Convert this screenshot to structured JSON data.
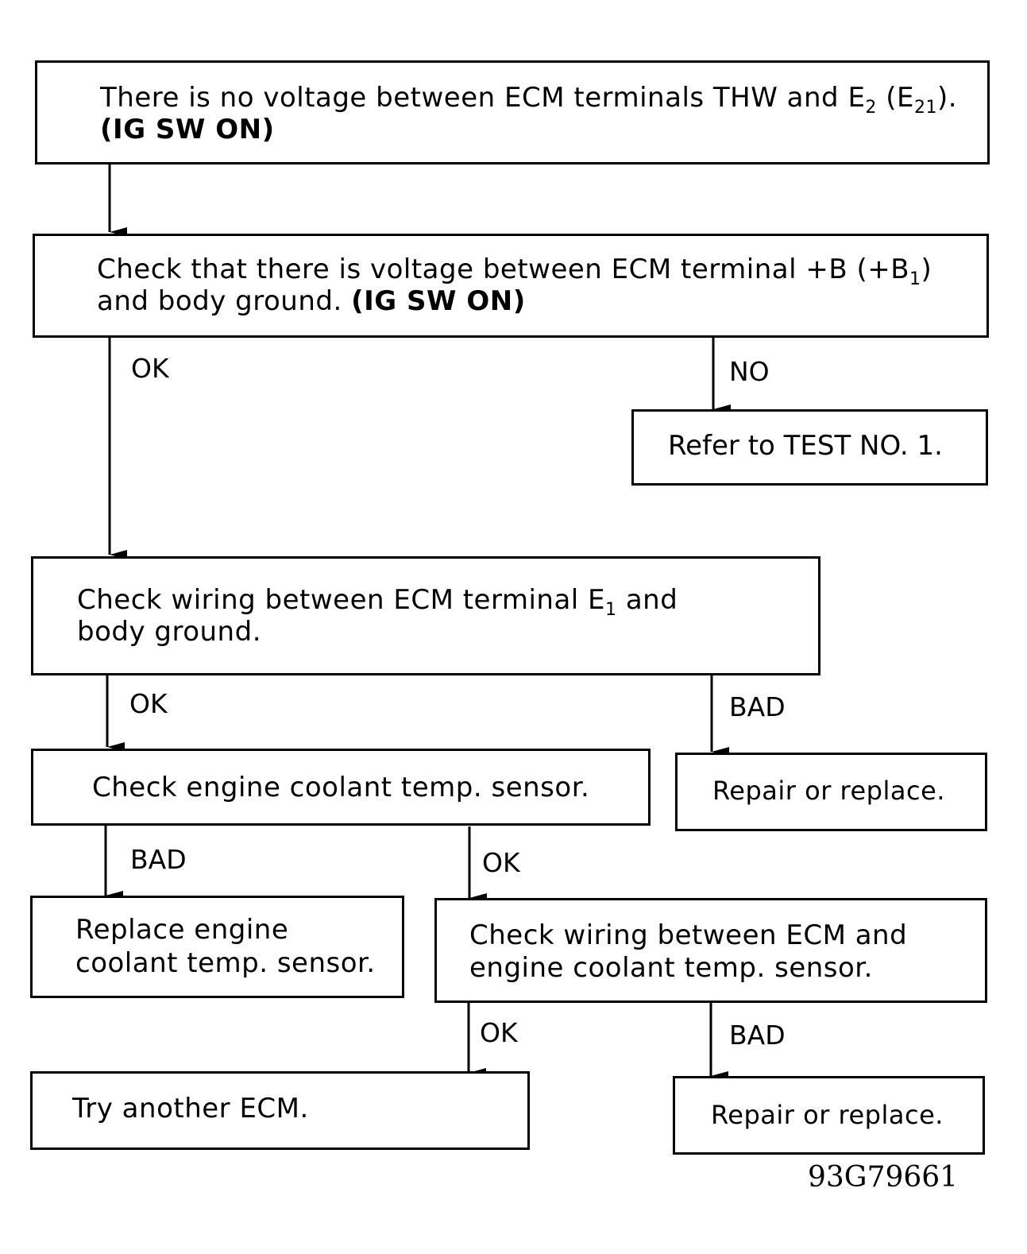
{
  "steps": {
    "s1": {
      "line1_pre": "There is no voltage between ECM terminals THW and E",
      "line1_sub1": "2",
      "line1_mid": " (E",
      "line1_sub2": "21",
      "line1_post": ").",
      "line2": "(IG SW ON)"
    },
    "s2": {
      "line1_pre": "Check that there is voltage between ECM terminal +B (+B",
      "line1_sub": "1",
      "line1_post": ")",
      "line2_plain": "and body ground. ",
      "line2_bold": "(IG SW ON)"
    },
    "s2_no": {
      "text": "Refer to TEST NO. 1."
    },
    "s3": {
      "line1_pre": "Check wiring between ECM terminal E",
      "line1_sub": "1",
      "line1_post": " and",
      "line2": "body ground."
    },
    "s3_bad": {
      "text": "Repair or replace."
    },
    "s4": {
      "text": "Check engine coolant temp. sensor."
    },
    "s4_bad": {
      "line1": "Replace engine",
      "line2": "coolant temp. sensor."
    },
    "s5": {
      "line1": "Check wiring between ECM and",
      "line2": "engine coolant temp. sensor."
    },
    "s5_ok": {
      "text": "Try another ECM."
    },
    "s5_bad": {
      "text": "Repair or replace."
    }
  },
  "labels": {
    "ok": "OK",
    "no": "NO",
    "bad": "BAD"
  },
  "figure_code": "93G79661"
}
